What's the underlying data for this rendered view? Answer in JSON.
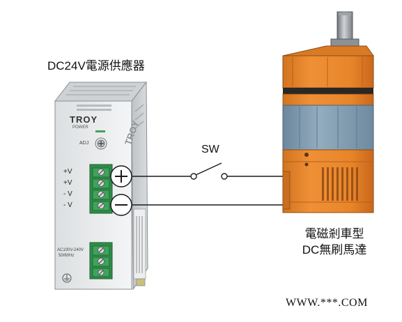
{
  "title": "DC24V電源供應器",
  "switch_label": "SW",
  "motor": {
    "line1": "電磁剎車型",
    "line2": "DC無刷馬達"
  },
  "psu": {
    "brand": "TROY",
    "sub": "POWER",
    "adj": "ADJ",
    "terminals": [
      "+V",
      "+V",
      "- V",
      "- V"
    ],
    "ac_line1": "AC100V-240V",
    "ac_line2": "50/60Hz",
    "side_brand": "TROY"
  },
  "footer": "WWW.***.COM",
  "colors": {
    "motor_orange": "#e8852a",
    "motor_dark": "#c06a1c",
    "gear_band": "#7d98ae",
    "terminal_green": "#2f8d4a"
  }
}
